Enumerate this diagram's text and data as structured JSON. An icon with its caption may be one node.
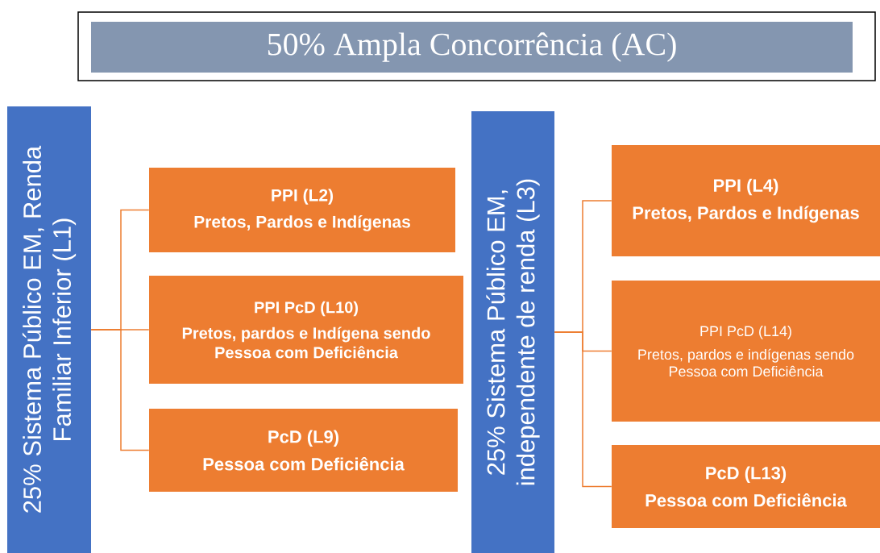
{
  "diagram": {
    "nodes": [
      {
        "text": [
          "50% Ampla Concorrência (AC)"
        ]
      },
      {
        "text": [
          "25% Sistema Público EM, Renda Familiar Inferior (L1)"
        ]
      },
      {
        "text": [
          "PPI (L2)",
          "Pretos, Pardos e Indígenas"
        ]
      },
      {
        "text": [
          "PPI PcD (L10)",
          "Pretos, pardos e Indígena sendo Pessoa com Deficiência"
        ]
      },
      {
        "text": [
          "PcD (L9)",
          "Pessoa com Deficiência"
        ]
      },
      {
        "text": [
          "25% Sistema Público EM, independente de renda (L3)"
        ]
      },
      {
        "text": [
          "PPI (L4)",
          "Pretos, Pardos e Indígenas"
        ]
      },
      {
        "text": [
          "PPI PcD (L14)",
          "Pretos, pardos e indígenas sendo Pessoa com Deficiência"
        ]
      },
      {
        "text": [
          "PcD (L13)",
          "Pessoa com Deficiência"
        ]
      }
    ],
    "edges": [
      {
        "from": 1,
        "to": 2,
        "arrow": "none"
      },
      {
        "from": 1,
        "to": 3,
        "arrow": "none"
      },
      {
        "from": 1,
        "to": 4,
        "arrow": "none"
      },
      {
        "from": 5,
        "to": 6,
        "arrow": "none"
      },
      {
        "from": 5,
        "to": 7,
        "arrow": "none"
      },
      {
        "from": 5,
        "to": 8,
        "arrow": "none"
      }
    ]
  }
}
